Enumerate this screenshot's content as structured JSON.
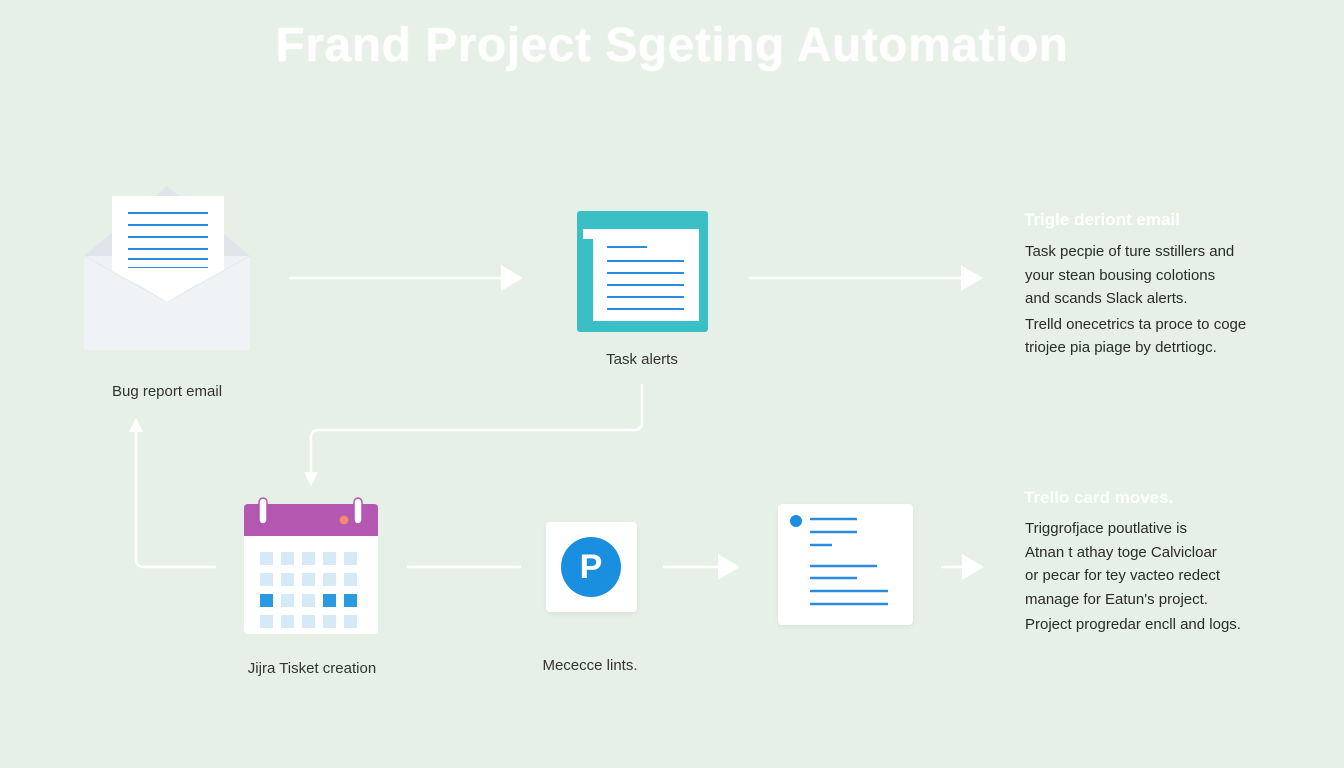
{
  "title": "Frand Project Sgeting Automation",
  "colors": {
    "background": "#e6f0e6",
    "teal": "#3bbfc7",
    "blue_lines": "#2a8be0",
    "purple": "#b457b0",
    "p_circle": "#1a8fe0",
    "arrow": "#ffffff"
  },
  "nodes": {
    "bug_report": {
      "label": "Bug report email",
      "icon": "envelope-icon"
    },
    "task_alerts": {
      "label": "Task alerts",
      "icon": "document-icon"
    },
    "jira": {
      "label": "Jijra Tisket creation",
      "icon": "calendar-icon"
    },
    "message": {
      "label": "Mececce lints.",
      "icon": "p-badge-icon",
      "badge_letter": "P"
    },
    "trello_card": {
      "icon": "card-icon"
    }
  },
  "side_top": {
    "heading": "Trigle deriont email",
    "lines": [
      "Task pecpie of ture sstillers and",
      "your stean bousing colotions",
      "and scands Slack alerts.",
      "Trelld onecetrics ta proce to coge",
      "triojee pia piage by detrtiogc."
    ]
  },
  "side_bottom": {
    "heading": "Trello card moves.",
    "lines": [
      "Triggrofjace poutlative is",
      "Atnan t athay toge Calvicloar",
      "or pecar for tey vacteo redect",
      "manage for Eatun's project.",
      "Project progredar encll and logs."
    ]
  }
}
